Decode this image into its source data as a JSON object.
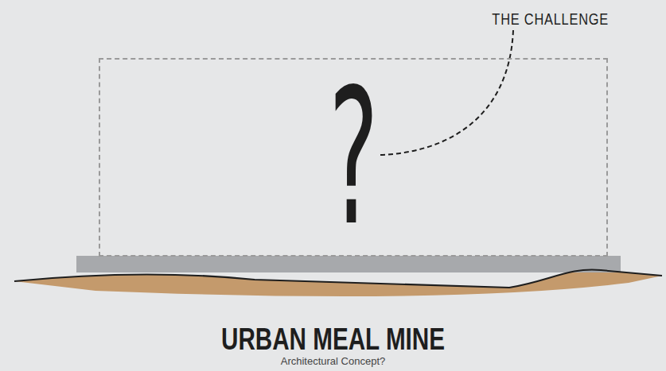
{
  "diagram": {
    "title": "URBAN MEAL MINE",
    "caption": "Architectural Concept?",
    "nodes": [
      {
        "text": [
          "?"
        ]
      }
    ],
    "labels": [
      "THE CHALLENGE"
    ]
  }
}
